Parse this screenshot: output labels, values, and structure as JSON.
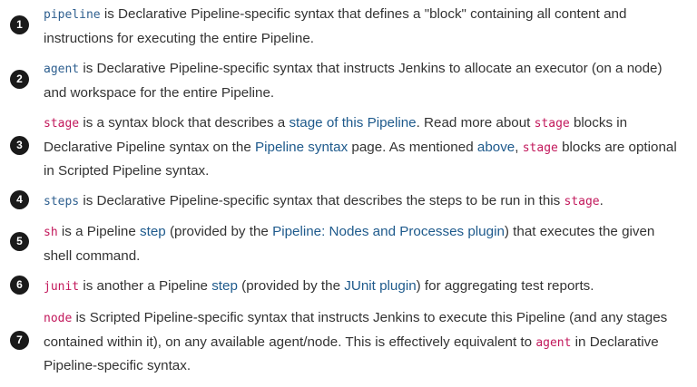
{
  "colors": {
    "text": "#333333",
    "link": "#1e5a8c",
    "code_blue": "#2e5f8f",
    "code_pink": "#c2185b",
    "callout_bg": "#1a1a1a"
  },
  "items": [
    {
      "number": "1",
      "code": "pipeline",
      "text1": " is Declarative Pipeline-specific syntax that defines a \"block\" containing all content and instructions for executing the entire Pipeline."
    },
    {
      "number": "2",
      "code": "agent",
      "text1": " is Declarative Pipeline-specific syntax that instructs Jenkins to allocate an executor (on a node) and workspace for the entire Pipeline."
    },
    {
      "number": "3",
      "code": "stage",
      "text1": " is a syntax block that describes a ",
      "link1": "stage of this Pipeline",
      "text2": ". Read more about ",
      "code2": "stage",
      "text3": " blocks in Declarative Pipeline syntax on the ",
      "link2": "Pipeline syntax",
      "text4": " page. As mentioned ",
      "link3": "above",
      "text5": ", ",
      "code3": "stage",
      "text6": " blocks are optional in Scripted Pipeline syntax."
    },
    {
      "number": "4",
      "code": "steps",
      "text1": " is Declarative Pipeline-specific syntax that describes the steps to be run in this ",
      "code2": "stage",
      "text2": "."
    },
    {
      "number": "5",
      "code": "sh",
      "text1": " is a Pipeline ",
      "link1": "step",
      "text2": " (provided by the ",
      "link2": "Pipeline: Nodes and Processes plugin",
      "text3": ") that executes the given shell command."
    },
    {
      "number": "6",
      "code": "junit",
      "text1": " is another a Pipeline ",
      "link1": "step",
      "text2": " (provided by the ",
      "link2": "JUnit plugin",
      "text3": ") for aggregating test reports."
    },
    {
      "number": "7",
      "code": "node",
      "text1": " is Scripted Pipeline-specific syntax that instructs Jenkins to execute this Pipeline (and any stages contained within it), on any available agent/node. This is effectively equivalent to ",
      "code2": "agent",
      "text2": " in Declarative Pipeline-specific syntax."
    }
  ]
}
